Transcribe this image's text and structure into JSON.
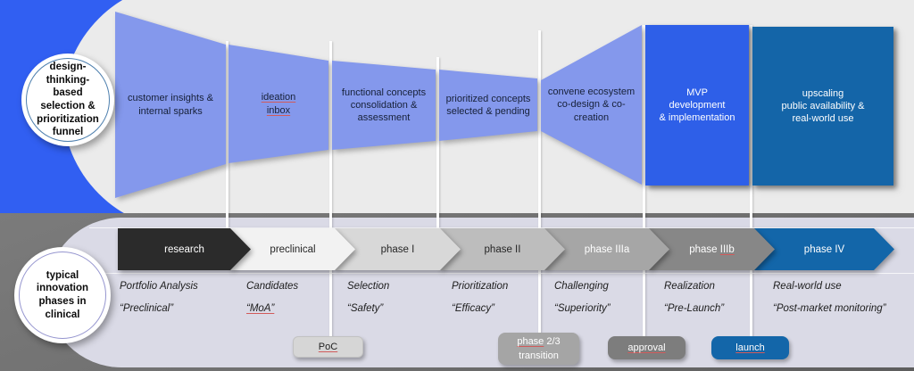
{
  "palette": {
    "top_background_blue": "#315ff2",
    "funnel_stage_blue": "#8498ec",
    "mvp_blue": "#2e5fe8",
    "upscaling_blue": "#1465a8",
    "top_blob_gray": "#ebebeb",
    "bottom_background_gray": "#6f6f6f",
    "bottom_blob_lavender": "#dadae6",
    "phase4_blue": "#1366a9",
    "spellcheck_red": "#d15b5b"
  },
  "funnel_circle": {
    "label": "design-\nthinking-\nbased\nselection &\nprioritization\nfunnel"
  },
  "phases_circle": {
    "label": "typical\ninnovation\nphases in\nclinical"
  },
  "funnel_stages": [
    {
      "label": "customer insights &\ninternal sparks"
    },
    {
      "label": "ideation\ninbox"
    },
    {
      "label": "functional concepts\nconsolidation &\nassessment"
    },
    {
      "label": "prioritized concepts\nselected & pending"
    },
    {
      "label": "convene ecosystem\nco-design & co-\ncreation"
    },
    {
      "label": "MVP\ndevelopment\n& implementation"
    },
    {
      "label": "upscaling\npublic availability &\nreal-world use"
    }
  ],
  "phases": [
    {
      "label": "research"
    },
    {
      "label": "preclinical"
    },
    {
      "label": "phase I"
    },
    {
      "label": "phase II"
    },
    {
      "label": "phase IIIa"
    },
    {
      "prefix": "phase ",
      "marked": "IIIb"
    },
    {
      "label": "phase IV"
    }
  ],
  "phase_notes": [
    {
      "line1": "Portfolio Analysis",
      "line2": "“Preclinical”"
    },
    {
      "line1": "Candidates",
      "line2": "“MoA”"
    },
    {
      "line1": "Selection",
      "line2": "“Safety”"
    },
    {
      "line1": "Prioritization",
      "line2": "“Efficacy”"
    },
    {
      "line1": "Challenging",
      "line2": "“Superiority”"
    },
    {
      "line1": "Realization",
      "line2": "“Pre-Launch”"
    },
    {
      "line1": "Real-world use",
      "line2": "“Post-market monitoring”"
    }
  ],
  "milestones": {
    "poc": {
      "label": "PoC"
    },
    "transition": {
      "mark": "phase",
      "rest": " 2/3",
      "line2": "transition"
    },
    "approval": {
      "label": "approval"
    },
    "launch": {
      "label": "launch"
    }
  }
}
